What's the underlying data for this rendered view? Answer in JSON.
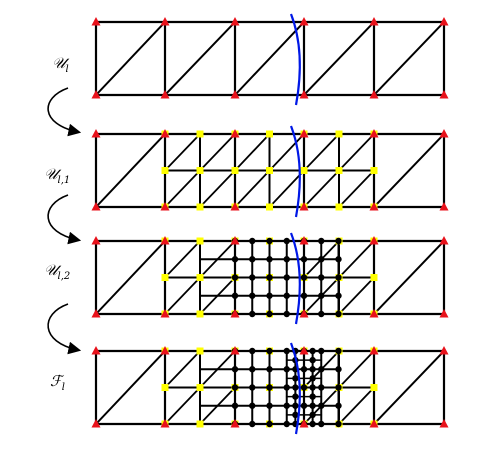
{
  "labels": {
    "u_l": {
      "main": "𝒰",
      "sub": "l"
    },
    "u_l1": {
      "main": "𝒰",
      "sub": "l,1"
    },
    "u_l2": {
      "main": "𝒰",
      "sub": "l,2"
    },
    "f_l": {
      "main": "ℱ",
      "sub": "l"
    }
  },
  "colors": {
    "lines": "#000000",
    "red_nodes": "#e8121b",
    "yellow_nodes": "#ffff00",
    "black_nodes": "#000000",
    "curve": "#0018e6"
  },
  "arrows": [
    "u_l-to-u_l1",
    "u_l1-to-u_l2",
    "u_l2-to-f_l"
  ]
}
